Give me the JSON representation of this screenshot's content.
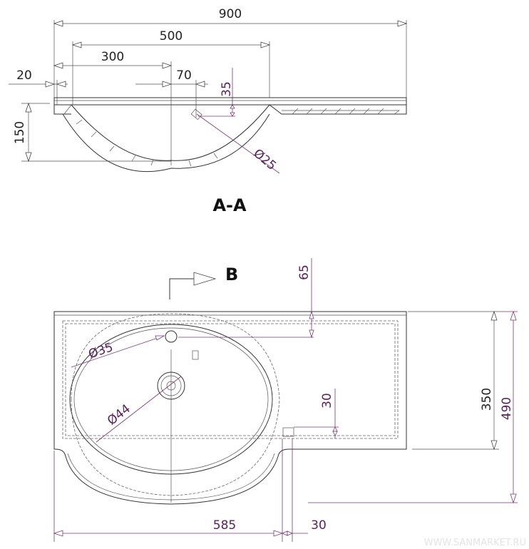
{
  "section_view": {
    "title": "A-A",
    "dims": {
      "overall_width": "900",
      "bowl_width": "500",
      "bowl_center": "300",
      "edge_offset": "20",
      "overflow_offset": "70",
      "overflow_height": "35",
      "depth": "150",
      "overflow_diameter": "Ø25"
    }
  },
  "plan_view": {
    "section_marker": "B",
    "dims": {
      "overflow_from_back": "65",
      "overflow_diameter": "Ø35",
      "drain_diameter": "Ø44",
      "shelf_notch": "30",
      "countertop_depth": "350",
      "overall_depth": "490",
      "bowl_extent": "585",
      "notch_width": "30"
    }
  },
  "watermark": "WWW.SANMARKET.RU"
}
